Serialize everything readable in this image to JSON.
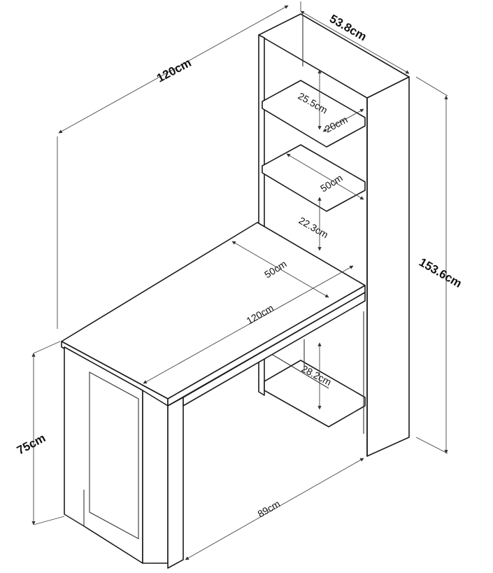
{
  "dimensions": {
    "depth_top": "53.8cm",
    "overall_width": "120cm",
    "shelf_gap_top": "25.5cm",
    "shelf_depth": "20cm",
    "shelf_width": "50cm",
    "shelf_gap_lower": "22.3cm",
    "desk_depth": "50cm",
    "desk_width": "120cm",
    "total_height": "153.6cm",
    "bottom_shelf_gap": "28.2cm",
    "desk_height": "75cm",
    "base_depth": "89cm"
  }
}
